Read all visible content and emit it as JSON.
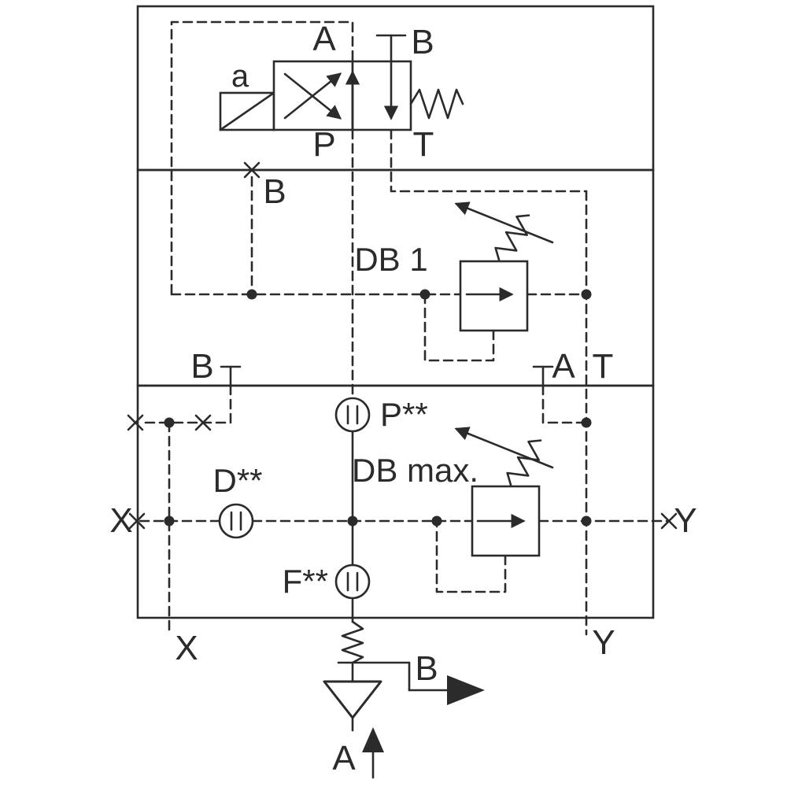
{
  "diagram": {
    "kind": "hydraulic-valve-manifold-schematic",
    "colors": {
      "line": "#2b2b2b",
      "background": "#ffffff"
    },
    "labels": {
      "solenoid_a": "a",
      "valve_port_a": "A",
      "valve_port_b": "B",
      "valve_port_p": "P",
      "valve_port_t": "T",
      "blocked_b": "B",
      "relief_db1": "DB 1",
      "mid_b": "B",
      "mid_a": "A",
      "mid_t": "T",
      "gauge_p": "P**",
      "relief_dbmax": "DB max.",
      "gauge_d": "D**",
      "gauge_f": "F**",
      "pilot_x": "X",
      "pilot_y": "Y",
      "pilot_x_bottom": "X",
      "pilot_y_bottom": "Y",
      "check_b": "B",
      "check_a": "A"
    }
  }
}
